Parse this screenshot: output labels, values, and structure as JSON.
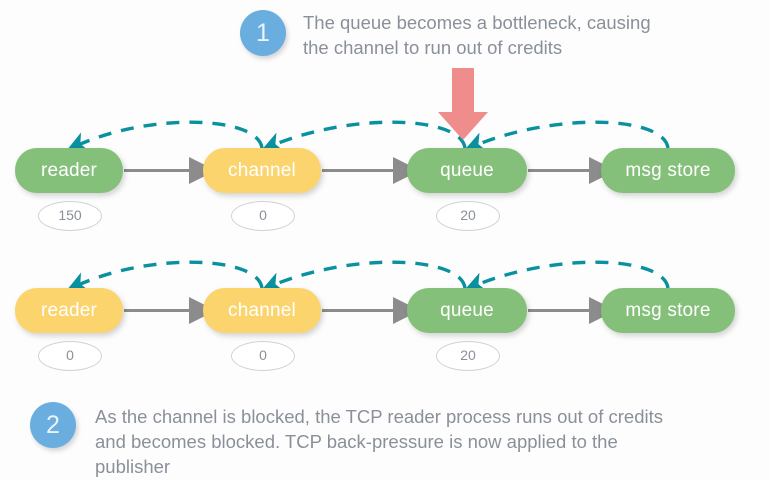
{
  "diagram": {
    "title": "TCP back-pressure credit flow",
    "colors": {
      "green": "#85c07b",
      "yellow": "#fbd46d",
      "teal": "#09919f",
      "red_arrow": "#ef8d8d",
      "badge_blue": "#6aaee0",
      "connector_grey": "#8c8c8c",
      "text_grey": "#8a9099"
    },
    "steps": [
      {
        "number": "1",
        "text": "The queue becomes a bottleneck, causing\nthe channel to run out of credits"
      },
      {
        "number": "2",
        "text": "As the channel is blocked, the TCP reader process runs out of credits\nand becomes blocked. TCP back-pressure is now applied to the\npublisher"
      }
    ],
    "rows": [
      {
        "row_id": "row-1",
        "nodes": [
          {
            "label": "reader",
            "color": "green",
            "credits": "150"
          },
          {
            "label": "channel",
            "color": "yellow",
            "credits": "0"
          },
          {
            "label": "queue",
            "color": "green",
            "credits": "20"
          },
          {
            "label": "msg store",
            "color": "green",
            "credits": null
          }
        ]
      },
      {
        "row_id": "row-2",
        "nodes": [
          {
            "label": "reader",
            "color": "yellow",
            "credits": "0"
          },
          {
            "label": "channel",
            "color": "yellow",
            "credits": "0"
          },
          {
            "label": "queue",
            "color": "green",
            "credits": "20"
          },
          {
            "label": "msg store",
            "color": "green",
            "credits": null
          }
        ]
      }
    ],
    "icons": {
      "flow_arrow": "right-arrow-icon",
      "credit_arc": "dashed-credit-arc-icon",
      "bottleneck": "red-down-arrow-icon"
    }
  }
}
